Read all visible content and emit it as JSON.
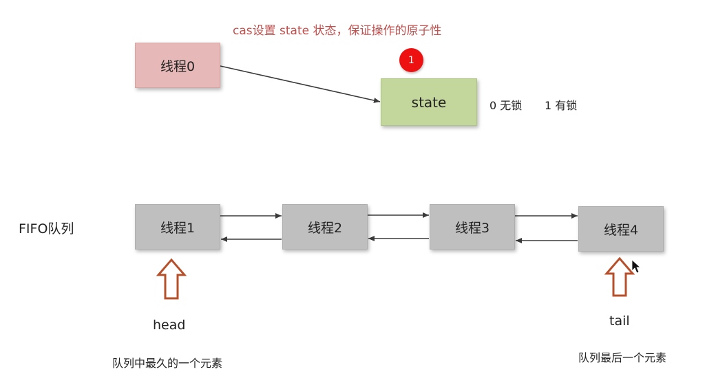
{
  "title_note": "cas设置 state 状态，保证操作的原子性",
  "badge": "1",
  "nodes": {
    "thread0": "线程0",
    "state": "state"
  },
  "state_legend": {
    "unlocked": "0 无锁",
    "locked": "1 有锁"
  },
  "queue": {
    "title": "FIFO队列",
    "items": [
      "线程1",
      "线程2",
      "线程3",
      "线程4"
    ]
  },
  "pointers": {
    "head": {
      "label": "head",
      "description": "队列中最久的一个元素"
    },
    "tail": {
      "label": "tail",
      "description": "队列最后一个元素"
    }
  },
  "colors": {
    "note_text": "#c0504d",
    "thread0_fill": "#e6b9b8",
    "state_fill": "#c3d69b",
    "queue_fill": "#bfbfbf",
    "badge": "#ee1111",
    "pointer_arrow": "#b7502a"
  }
}
